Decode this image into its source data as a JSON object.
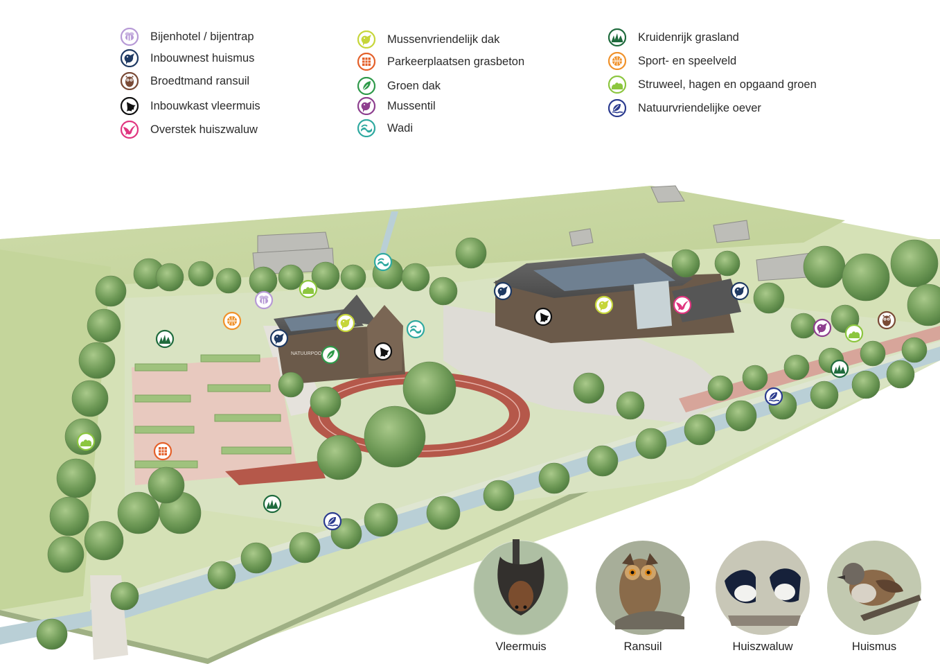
{
  "legend": {
    "columns": [
      [
        {
          "label": "Bijenhotel / bijentrap",
          "icon": "bee-icon",
          "color": "#b79ad6"
        },
        {
          "label": "Inbouwnest huismus",
          "icon": "sparrow-icon",
          "color": "#1f3a63"
        },
        {
          "label": "Broedtmand ransuil",
          "icon": "owl-icon",
          "color": "#7a4a36"
        },
        {
          "label": "Inbouwkast vleermuis",
          "icon": "bat-icon",
          "color": "#111111"
        },
        {
          "label": "Overstek huiszwaluw",
          "icon": "swallow-icon",
          "color": "#e0357f"
        }
      ],
      [
        {
          "label": "Mussenvriendelijk dak",
          "icon": "roof-bird-icon",
          "color": "#c6d63a"
        },
        {
          "label": "Parkeerplaatsen grasbeton",
          "icon": "grass-concrete-icon",
          "color": "#e4602a"
        },
        {
          "label": "Groen dak",
          "icon": "green-roof-icon",
          "color": "#2f9a4a"
        },
        {
          "label": "Mussentil",
          "icon": "sparrow-perch-icon",
          "color": "#8e3f8f"
        },
        {
          "label": "Wadi",
          "icon": "wadi-icon",
          "color": "#2fa9a0"
        }
      ],
      [
        {
          "label": "Kruidenrijk grasland",
          "icon": "herb-grass-icon",
          "color": "#1f6b3d"
        },
        {
          "label": "Sport- en speelveld",
          "icon": "ball-icon",
          "color": "#f0922b"
        },
        {
          "label": "Struweel, hagen en opgaand groen",
          "icon": "shrub-icon",
          "color": "#8cc63f"
        },
        {
          "label": "Natuurvriendelijke oever",
          "icon": "bank-icon",
          "color": "#2b3b8f"
        }
      ]
    ]
  },
  "map": {
    "building_sign": "NATUURPOORT",
    "markers": [
      {
        "icon": "wadi-icon",
        "color": "#2fa9a0"
      },
      {
        "icon": "shrub-icon",
        "color": "#8cc63f"
      },
      {
        "icon": "bee-icon",
        "color": "#b79ad6"
      },
      {
        "icon": "ball-icon",
        "color": "#f0922b"
      },
      {
        "icon": "herb-grass-icon",
        "color": "#1f6b3d"
      },
      {
        "icon": "roof-bird-icon",
        "color": "#c6d63a"
      },
      {
        "icon": "sparrow-icon",
        "color": "#1f3a63"
      },
      {
        "icon": "wadi-icon",
        "color": "#2fa9a0"
      },
      {
        "icon": "green-roof-icon",
        "color": "#2f9a4a"
      },
      {
        "icon": "bat-icon",
        "color": "#111111"
      },
      {
        "icon": "sparrow-icon",
        "color": "#1f3a63"
      },
      {
        "icon": "bat-icon",
        "color": "#111111"
      },
      {
        "icon": "roof-bird-icon",
        "color": "#c6d63a"
      },
      {
        "icon": "swallow-icon",
        "color": "#e0357f"
      },
      {
        "icon": "sparrow-icon",
        "color": "#1f3a63"
      },
      {
        "icon": "sparrow-perch-icon",
        "color": "#8e3f8f"
      },
      {
        "icon": "shrub-icon",
        "color": "#8cc63f"
      },
      {
        "icon": "owl-icon",
        "color": "#7a4a36"
      },
      {
        "icon": "herb-grass-icon",
        "color": "#1f6b3d"
      },
      {
        "icon": "bank-icon",
        "color": "#2b3b8f"
      },
      {
        "icon": "shrub-icon",
        "color": "#8cc63f"
      },
      {
        "icon": "grass-concrete-icon",
        "color": "#e4602a"
      },
      {
        "icon": "herb-grass-icon",
        "color": "#1f6b3d"
      },
      {
        "icon": "bank-icon",
        "color": "#2b3b8f"
      }
    ]
  },
  "species": [
    {
      "caption": "Vleermuis",
      "icon": "bat-photo"
    },
    {
      "caption": "Ransuil",
      "icon": "owl-photo"
    },
    {
      "caption": "Huiszwaluw",
      "icon": "swallow-photo"
    },
    {
      "caption": "Huismus",
      "icon": "sparrow-photo"
    }
  ]
}
